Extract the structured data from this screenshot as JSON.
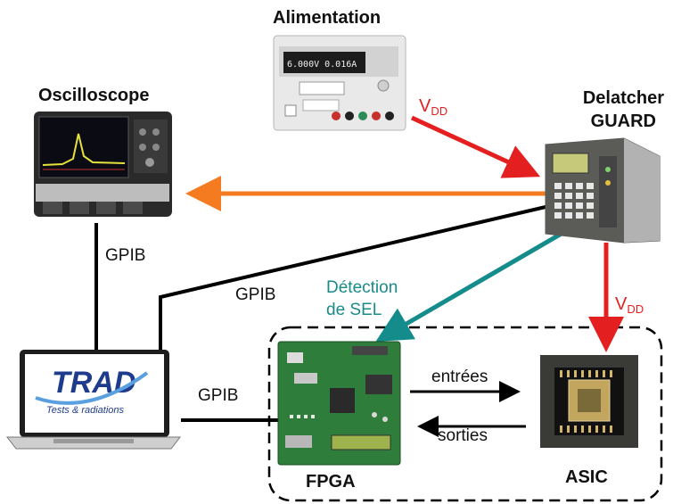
{
  "equipment": {
    "power_supply": "Alimentation",
    "oscilloscope": "Oscilloscope",
    "delatcher_line1": "Delatcher",
    "delatcher_line2": "GUARD",
    "fpga": "FPGA",
    "asic": "ASIC"
  },
  "laptop_logo": {
    "brand": "TRAD",
    "tagline": "Tests & radiations"
  },
  "power_supply_display": "6.000V 0.016A",
  "connections": {
    "gpib_vertical": "GPIB",
    "gpib_diagonal": "GPIB",
    "gpib_fpga": "GPIB",
    "vdd_main": "V",
    "vdd_sub": "DD",
    "vdd_asic": "V",
    "vdd_asic_sub": "DD",
    "sel_line1": "Détection",
    "sel_line2": "de SEL",
    "inputs": "entrées",
    "outputs": "sorties"
  },
  "colors": {
    "vdd_arrow": "#e41f1f",
    "osc_arrow": "#f47b20",
    "sel_arrow": "#158c8c",
    "cable": "#000000",
    "pcb": "#2f7d3a"
  }
}
